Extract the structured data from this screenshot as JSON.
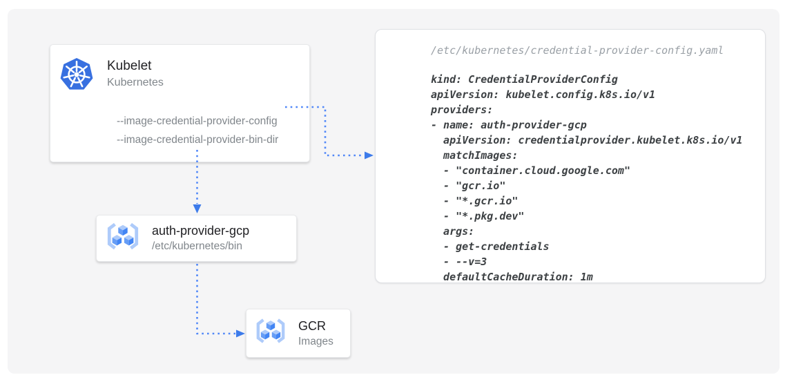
{
  "diagram": {
    "nodes": {
      "kubelet": {
        "title": "Kubelet",
        "subtitle": "Kubernetes",
        "flags": [
          "--image-credential-provider-config",
          "--image-credential-provider-bin-dir"
        ]
      },
      "auth_provider": {
        "title": "auth-provider-gcp",
        "subtitle": "/etc/kubernetes/bin"
      },
      "gcr": {
        "title": "GCR",
        "subtitle": "Images"
      }
    },
    "icons": {
      "kubelet": "kubernetes-helm-icon",
      "auth_provider": "container-registry-cubes-icon",
      "gcr": "container-registry-cubes-icon"
    },
    "colors": {
      "connector_blue": "#5087f8",
      "arrowhead_blue": "#3d7bea",
      "kubernetes_blue": "#3870e0",
      "registry_light_blue": "#aecbfa",
      "registry_mid_blue": "#669df6",
      "registry_dark_blue": "#4285f4",
      "canvas_gray": "#f5f5f6"
    }
  },
  "code_panel": {
    "filename": "/etc/kubernetes/credential-provider-config.yaml",
    "lines": [
      "kind: CredentialProviderConfig",
      "apiVersion: kubelet.config.k8s.io/v1",
      "providers:",
      "- name: auth-provider-gcp",
      "  apiVersion: credentialprovider.kubelet.k8s.io/v1",
      "  matchImages:",
      "  - \"container.cloud.google.com\"",
      "  - \"gcr.io\"",
      "  - \"*.gcr.io\"",
      "  - \"*.pkg.dev\"",
      "  args:",
      "  - get-credentials",
      "  - --v=3",
      "  defaultCacheDuration: 1m"
    ]
  }
}
